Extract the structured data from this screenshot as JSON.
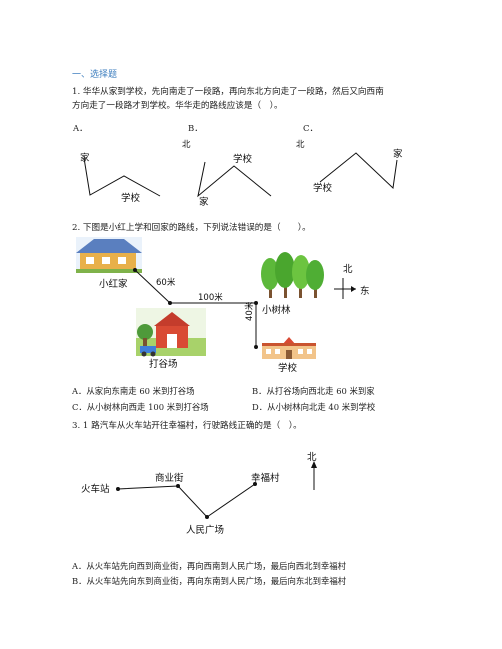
{
  "section": {
    "title": "一、选择题"
  },
  "q1": {
    "text_line1": "1. 华华从家到学校，先向南走了一段路，再向东北方向走了一段路，然后又向西南",
    "text_line2": "方向走了一段路才到学校。华华走的路线应该是（　）。",
    "options": [
      {
        "letter": "A．",
        "home": "家",
        "school": "学校"
      },
      {
        "letter": "B．",
        "home": "家",
        "school": "学校",
        "north": "北"
      },
      {
        "letter": "C．",
        "home": "家",
        "school": "学校",
        "north": "北"
      }
    ]
  },
  "q2": {
    "text": "2. 下图是小红上学和回家的路线，下列说法错误的是（　　）。",
    "map": {
      "home": "小红家",
      "farm": "打谷场",
      "grove": "小树林",
      "school": "学校",
      "dist_home_farm": "60米",
      "dist_farm_grove": "100米",
      "dist_grove_school": "40米",
      "north": "北",
      "east": "东"
    },
    "answers": [
      "A．从家向东南走 60 米到打谷场",
      "B．从打谷场向西北走 60 米到家",
      "C．从小树林向西走 100 米到打谷场",
      "D．从小树林向北走 40 米到学校"
    ]
  },
  "q3": {
    "text": "3. 1 路汽车从火车站开往幸福村，行驶路线正确的是（　）。",
    "map": {
      "station": "火车站",
      "street": "商业街",
      "square": "人民广场",
      "village": "幸福村",
      "north": "北"
    },
    "answers": [
      "A．从火车站先向西到商业街，再向西南到人民广场，最后向西北到幸福村",
      "B．从火车站先向东到商业街，再向东南到人民广场，最后向东北到幸福村"
    ]
  }
}
